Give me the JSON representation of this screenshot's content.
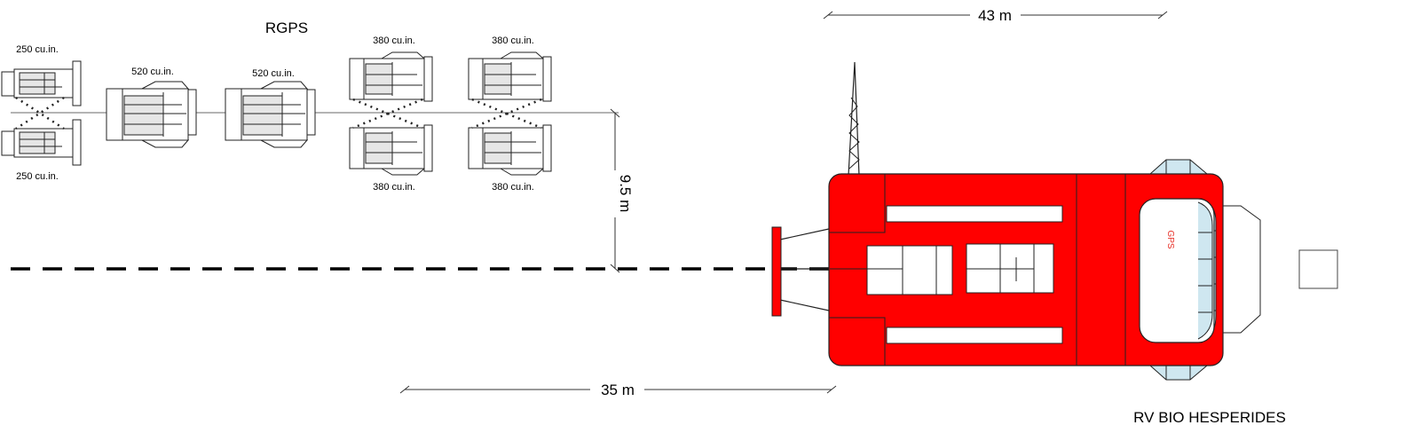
{
  "title": "RGPS",
  "ship_name": "RV BIO HESPERIDES",
  "gps_label": "GPS",
  "dimensions": {
    "length_total": "43 m",
    "tow_distance": "35 m",
    "crossline_offset": "9.5 m"
  },
  "guns": {
    "g250_top": "250 cu.in.",
    "g250_bottom": "250 cu.in.",
    "g520_a": "520 cu.in.",
    "g520_b": "520 cu.in.",
    "g380_top_a": "380 cu.in.",
    "g380_top_b": "380 cu.in.",
    "g380_bottom_a": "380 cu.in.",
    "g380_bottom_b": "380 cu.in."
  },
  "colors": {
    "hull": "#ff0000",
    "window": "#dff0f7"
  }
}
